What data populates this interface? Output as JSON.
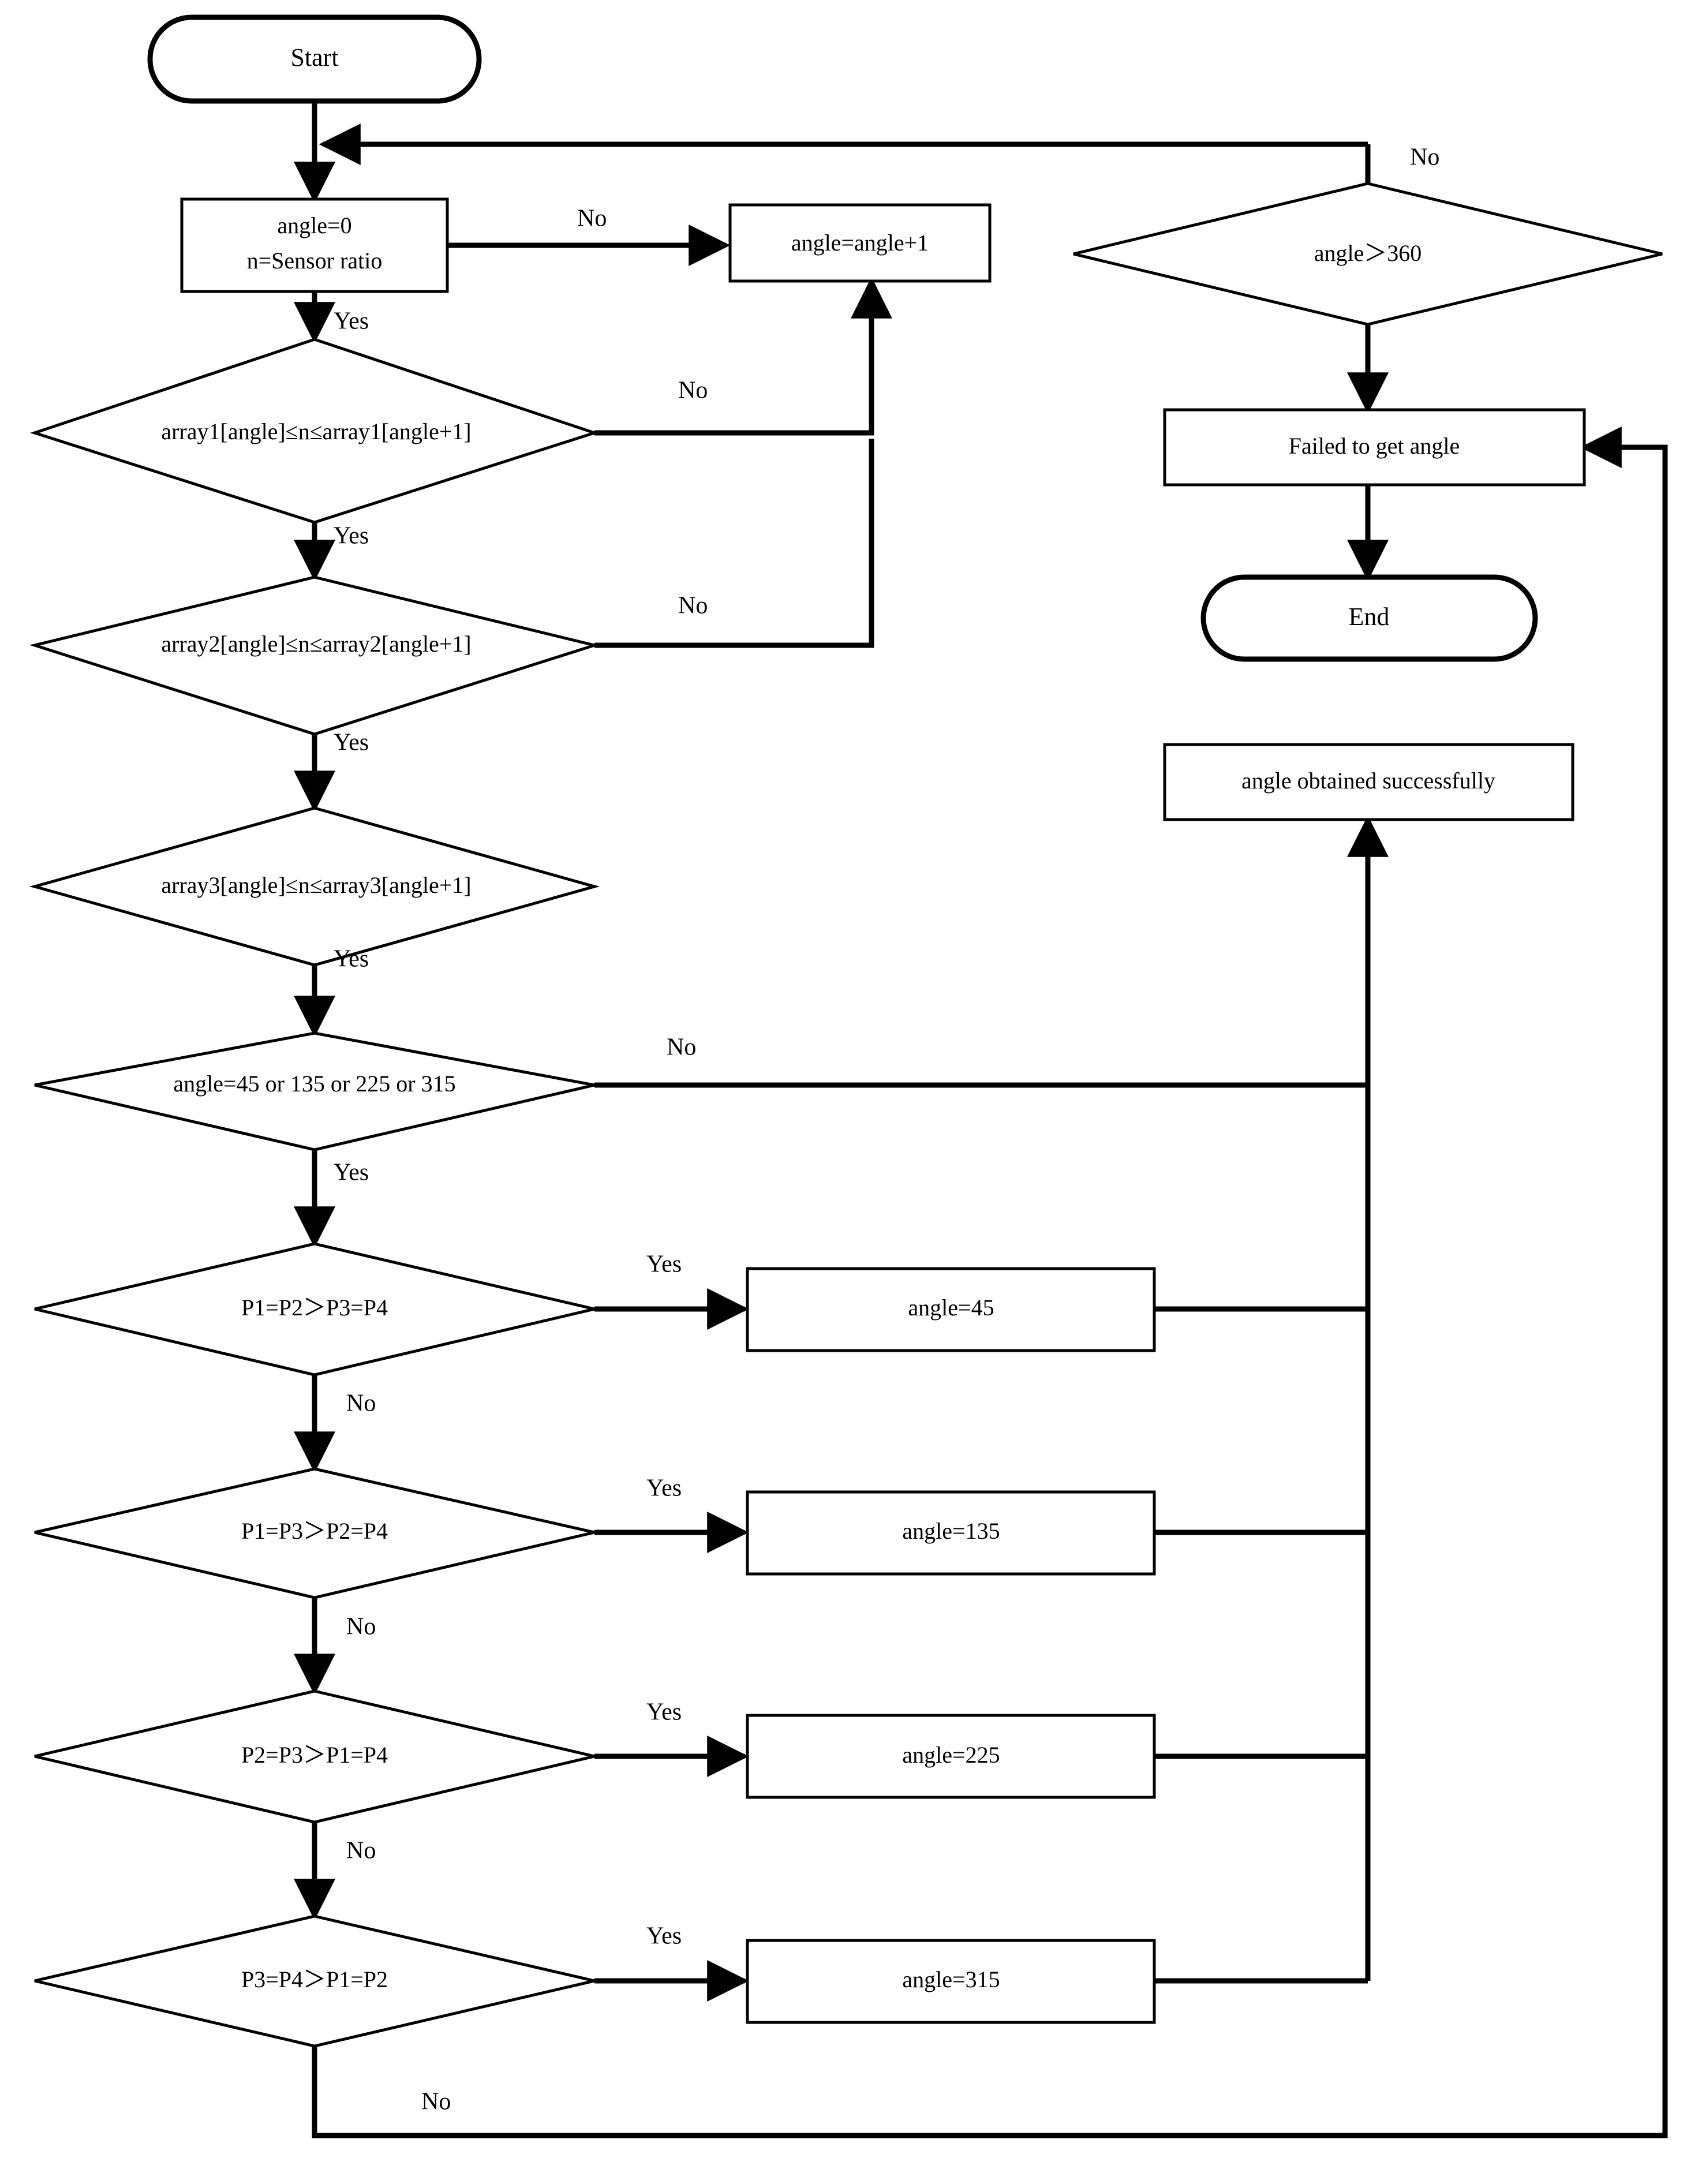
{
  "diagram": {
    "title": "Angle acquisition algorithm flowchart",
    "line_color": "#000000",
    "fill_color": "#ffffff"
  },
  "nodes": {
    "start": {
      "label": "Start",
      "shape": "terminal"
    },
    "init": {
      "label_line1": "angle=0",
      "label_line2": "n=Sensor ratio",
      "shape": "process"
    },
    "increment": {
      "label": "angle=angle+1",
      "shape": "process"
    },
    "check_360": {
      "label": "angle＞360",
      "shape": "decision"
    },
    "failed": {
      "label": "Failed to get angle",
      "shape": "process"
    },
    "end": {
      "label": "End",
      "shape": "terminal"
    },
    "success": {
      "label": "angle obtained successfully",
      "shape": "process"
    },
    "array1": {
      "label": "array1[angle]≤n≤array1[angle+1]",
      "shape": "decision"
    },
    "array2": {
      "label": "array2[angle]≤n≤array2[angle+1]",
      "shape": "decision"
    },
    "array3": {
      "label": "array3[angle]≤n≤array3[angle+1]",
      "shape": "decision"
    },
    "quad_check": {
      "label": "angle=45 or 135 or 225 or 315",
      "shape": "decision"
    },
    "p_45": {
      "label": "P1=P2＞P3=P4",
      "shape": "decision"
    },
    "p_135": {
      "label": "P1=P3＞P2=P4",
      "shape": "decision"
    },
    "p_225": {
      "label": "P2=P3＞P1=P4",
      "shape": "decision"
    },
    "p_315": {
      "label": "P3=P4＞P1=P2",
      "shape": "decision"
    },
    "set_45": {
      "label": "angle=45",
      "shape": "process"
    },
    "set_135": {
      "label": "angle=135",
      "shape": "process"
    },
    "set_225": {
      "label": "angle=225",
      "shape": "process"
    },
    "set_315": {
      "label": "angle=315",
      "shape": "process"
    }
  },
  "edge_labels": {
    "init_no": "No",
    "init_yes": "Yes",
    "array1_no": "No",
    "array1_yes": "Yes",
    "array2_no": "No",
    "array2_yes": "Yes",
    "array3_yes": "Yes",
    "check360_no": "No",
    "quad_no": "No",
    "quad_yes": "Yes",
    "p45_yes": "Yes",
    "p45_no": "No",
    "p135_yes": "Yes",
    "p135_no": "No",
    "p225_yes": "Yes",
    "p225_no": "No",
    "p315_yes": "Yes",
    "p315_no": "No"
  }
}
